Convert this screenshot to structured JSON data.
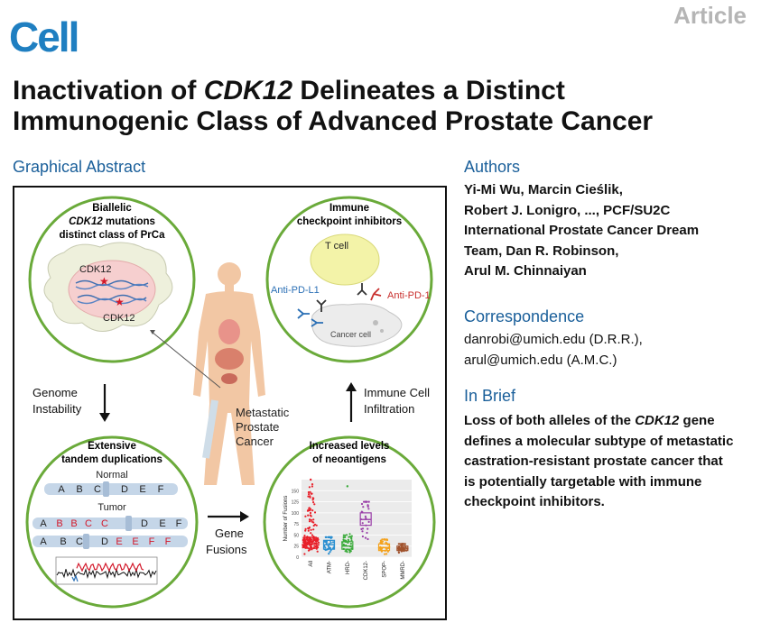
{
  "journal": {
    "logo": "Cell",
    "type": "Article"
  },
  "title": {
    "line1_pre": "Inactivation of ",
    "line1_italic": "CDK12",
    "line1_post": " Delineates a Distinct",
    "line2": "Immunogenic Class of Advanced Prostate Cancer"
  },
  "sections": {
    "graphical_abstract": "Graphical Abstract",
    "authors": "Authors",
    "correspondence": "Correspondence",
    "in_brief": "In Brief"
  },
  "authors": [
    "Yi-Mi Wu, Marcin Cieślik,",
    "Robert J. Lonigro, ..., PCF/SU2C",
    "International Prostate Cancer Dream",
    "Team, Dan R. Robinson,",
    "Arul M. Chinnaiyan"
  ],
  "correspondence": [
    "danrobi@umich.edu (D.R.R.),",
    "arul@umich.edu (A.M.C.)"
  ],
  "in_brief": {
    "pre": "Loss of both alleles of the ",
    "italic": "CDK12",
    "post": " gene",
    "lines": [
      "defines a molecular subtype of metastatic",
      "castration-resistant prostate cancer that",
      "is potentially targetable with immune",
      "checkpoint inhibitors."
    ]
  },
  "abstract": {
    "top_left": {
      "line1": "Biallelic",
      "line2_italic": "CDK12",
      "line2_post": " mutations",
      "line3": "distinct class of PrCa",
      "gene1": "CDK12",
      "gene2": "CDK12"
    },
    "top_right": {
      "line1": "Immune",
      "line2": "checkpoint inhibitors",
      "tcell": "T cell",
      "anti_pdl1": "Anti-PD-L1",
      "anti_pd1": "Anti-PD-1",
      "cancer_cell": "Cancer cell"
    },
    "bottom_left": {
      "line1": "Extensive",
      "line2": "tandem duplications",
      "normal": "Normal",
      "tumor": "Tumor",
      "normal_letters": [
        "A",
        "B",
        "C",
        "D",
        "E",
        "F"
      ],
      "tumor1_letters": [
        "A",
        "B",
        "B",
        "C",
        "C",
        "D",
        "E",
        "F"
      ],
      "tumor2_letters": [
        "A",
        "B",
        "C",
        "D",
        "E",
        "E",
        "F",
        "F"
      ]
    },
    "bottom_right": {
      "line1": "Increased levels",
      "line2": "of neoantigens"
    },
    "labels": {
      "genome1": "Genome",
      "genome2": "Instability",
      "immune1": "Immune Cell",
      "immune2": "Infiltration",
      "meta1": "Metastatic",
      "meta2": "Prostate",
      "meta3": "Cancer",
      "gene1": "Gene",
      "gene2": "Fusions"
    }
  },
  "chart_data": {
    "type": "scatter",
    "ylabel": "Number of Fusions",
    "ylim": [
      0,
      175
    ],
    "yticks": [
      0,
      25,
      50,
      75,
      100,
      125,
      150
    ],
    "categories": [
      "All",
      "ATM-",
      "HRD-",
      "CDK12-",
      "SPOP-",
      "MMRD-"
    ],
    "colors": [
      "#e8202a",
      "#2a8fd1",
      "#3bab3b",
      "#9a3fa8",
      "#f4a21d",
      "#a0522d"
    ],
    "series": [
      {
        "category": "All",
        "median": 30,
        "q1": 20,
        "q3": 45,
        "max": 175
      },
      {
        "category": "ATM-",
        "median": 28,
        "q1": 18,
        "q3": 38,
        "max": 45
      },
      {
        "category": "HRD-",
        "median": 25,
        "q1": 18,
        "q3": 35,
        "max": 160
      },
      {
        "category": "CDK12-",
        "median": 85,
        "q1": 72,
        "q3": 100,
        "max": 125
      },
      {
        "category": "SPOP-",
        "median": 22,
        "q1": 15,
        "q3": 30,
        "max": 40
      },
      {
        "category": "MMRD-",
        "median": 20,
        "q1": 15,
        "q3": 25,
        "max": 30
      }
    ]
  }
}
